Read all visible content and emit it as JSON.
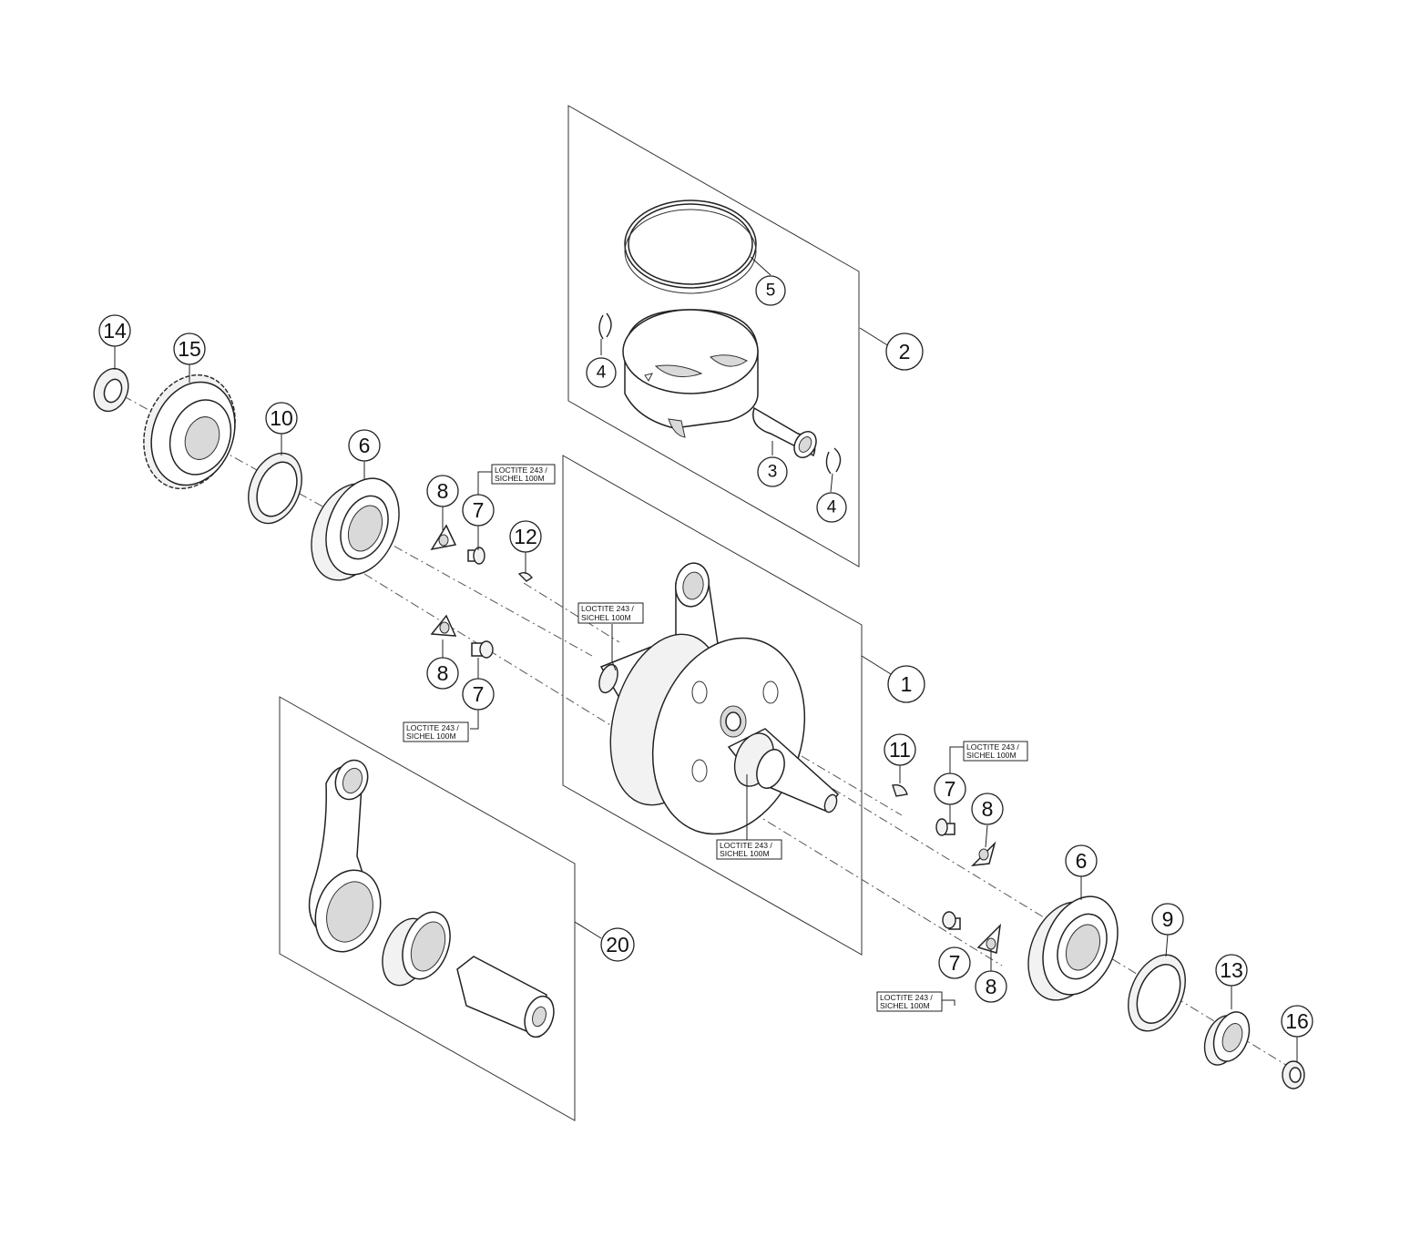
{
  "callouts": [
    {
      "id": "c1",
      "label": "1"
    },
    {
      "id": "c2",
      "label": "2"
    },
    {
      "id": "c3",
      "label": "3"
    },
    {
      "id": "c4a",
      "label": "4"
    },
    {
      "id": "c4b",
      "label": "4"
    },
    {
      "id": "c5",
      "label": "5"
    },
    {
      "id": "c6a",
      "label": "6"
    },
    {
      "id": "c6b",
      "label": "6"
    },
    {
      "id": "c7a",
      "label": "7"
    },
    {
      "id": "c7b",
      "label": "7"
    },
    {
      "id": "c7c",
      "label": "7"
    },
    {
      "id": "c7d",
      "label": "7"
    },
    {
      "id": "c8a",
      "label": "8"
    },
    {
      "id": "c8b",
      "label": "8"
    },
    {
      "id": "c8c",
      "label": "8"
    },
    {
      "id": "c8d",
      "label": "8"
    },
    {
      "id": "c9",
      "label": "9"
    },
    {
      "id": "c10",
      "label": "10"
    },
    {
      "id": "c11",
      "label": "11"
    },
    {
      "id": "c12",
      "label": "12"
    },
    {
      "id": "c13",
      "label": "13"
    },
    {
      "id": "c14",
      "label": "14"
    },
    {
      "id": "c15",
      "label": "15"
    },
    {
      "id": "c16",
      "label": "16"
    },
    {
      "id": "c20",
      "label": "20"
    }
  ],
  "notes": [
    {
      "id": "n1",
      "line1": "LOCTITE 243 /",
      "line2": "SICHEL 100M"
    },
    {
      "id": "n2",
      "line1": "LOCTITE 243 /",
      "line2": "SICHEL 100M"
    },
    {
      "id": "n3",
      "line1": "LOCTITE 243 /",
      "line2": "SICHEL 100M"
    },
    {
      "id": "n4",
      "line1": "LOCTITE 243 /",
      "line2": "SICHEL 100M"
    },
    {
      "id": "n5",
      "line1": "LOCTITE 243 /",
      "line2": "SICHEL 100M"
    },
    {
      "id": "n6",
      "line1": "LOCTITE 243 /",
      "line2": "SICHEL 100M"
    }
  ]
}
